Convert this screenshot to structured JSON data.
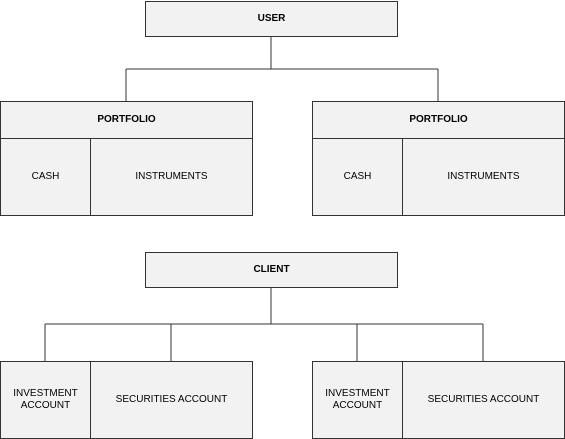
{
  "top": {
    "root": "USER",
    "left": {
      "title": "PORTFOLIO",
      "cell_a": "CASH",
      "cell_b": "INSTRUMENTS"
    },
    "right": {
      "title": "PORTFOLIO",
      "cell_a": "CASH",
      "cell_b": "INSTRUMENTS"
    }
  },
  "bottom": {
    "root": "CLIENT",
    "left": {
      "cell_a": "INVESTMENT\nACCOUNT",
      "cell_b": "SECURITIES ACCOUNT"
    },
    "right": {
      "cell_a": "INVESTMENT\nACCOUNT",
      "cell_b": "SECURITIES ACCOUNT"
    }
  },
  "colors": {
    "box_fill": "#f2f2f2",
    "stroke": "#333333"
  }
}
